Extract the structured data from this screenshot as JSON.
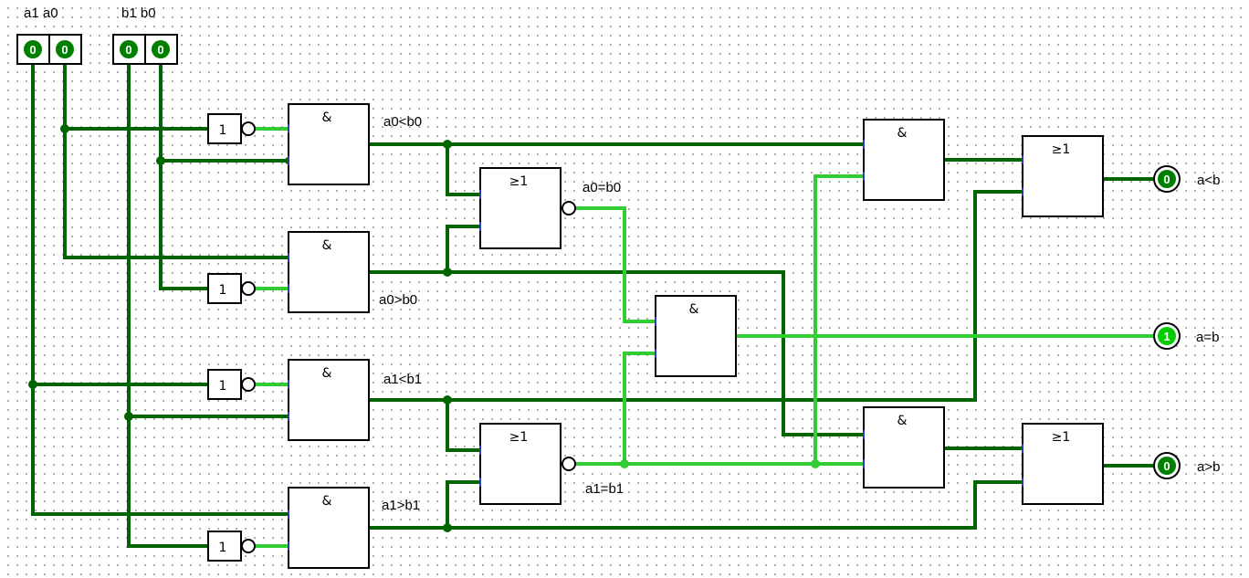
{
  "inputs": {
    "a_label": "a1 a0",
    "b_label": "b1 b0",
    "a1": "0",
    "a0": "0",
    "b1": "0",
    "b0": "0"
  },
  "gates": {
    "and_symbol": "&",
    "or_symbol": "≥1",
    "not_symbol": "1"
  },
  "signals": {
    "a0_lt_b0": "a0<b0",
    "a0_gt_b0": "a0>b0",
    "a0_eq_b0": "a0=b0",
    "a1_lt_b1": "a1<b1",
    "a1_gt_b1": "a1>b1",
    "a1_eq_b1": "a1=b1"
  },
  "outputs": {
    "lt": {
      "label": "a<b",
      "value": "0"
    },
    "eq": {
      "label": "a=b",
      "value": "1"
    },
    "gt": {
      "label": "a>b",
      "value": "0"
    }
  },
  "colors": {
    "wire_low": "#006400",
    "wire_high": "#32cd32",
    "pin_fill": "#008000",
    "pin_fill_high": "#00cc00",
    "gate_border": "#000000",
    "pin_mark": "#3333cc"
  }
}
